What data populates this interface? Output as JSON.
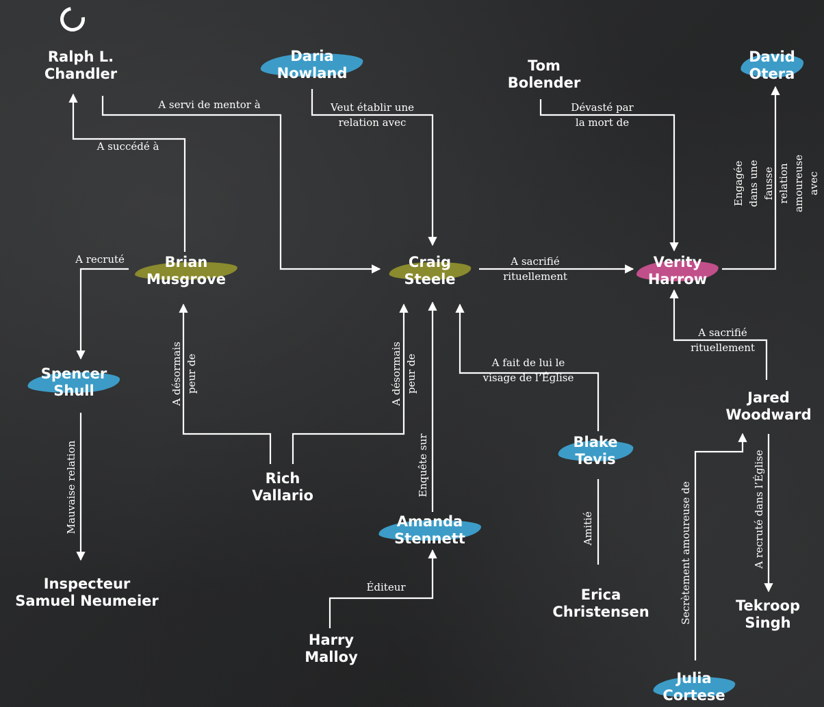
{
  "colors": {
    "blue_brush": "#3c9cc7",
    "olive_brush": "#8a8a2e",
    "pink_brush": "#c14f8a",
    "text": "#ffffff",
    "background": "#2a2b2c"
  },
  "logo_icon": "enso-circle-icon",
  "nodes": {
    "ralph": "Ralph L.\nChandler",
    "daria": "Daria\nNowland",
    "tom": "Tom\nBolender",
    "david": "David\nOtera",
    "brian": "Brian\nMusgrove",
    "craig": "Craig\nSteele",
    "verity": "Verity\nHarrow",
    "spencer": "Spencer\nShull",
    "jared": "Jared\nWoodward",
    "blake": "Blake\nTevis",
    "rich": "Rich\nVallario",
    "amanda": "Amanda\nStennett",
    "inspecteur": "Inspecteur\nSamuel Neumeier",
    "erica": "Erica\nChristensen",
    "tekroop": "Tekroop\nSingh",
    "harry": "Harry\nMalloy",
    "julia": "Julia\nCortese"
  },
  "relations": {
    "mentor": "A servi de mentor à",
    "succede": "A succédé à",
    "veut_etablir": "Veut établir une\nrelation avec",
    "devaste": "Dévasté par\nla mort de",
    "engagee": "Engagée dans une fausse\nrelation amoureuse avec",
    "recrute": "A recruté",
    "sacrifie_craig": "A sacrifié\nrituellement",
    "sacrifie_jared": "A sacrifié\nrituellement",
    "peur_brian": "A désormais\npeur de",
    "peur_craig": "A désormais\npeur de",
    "visage": "A fait de lui le\nvisage de l’Église",
    "mauvaise": "Mauvaise relation",
    "enquete": "Enquête sur",
    "amitie": "Amitié",
    "secretement": "Secrètement amoureuse de",
    "recrute_eglise": "A recruté dans l’Église",
    "editeur": "Éditeur"
  }
}
